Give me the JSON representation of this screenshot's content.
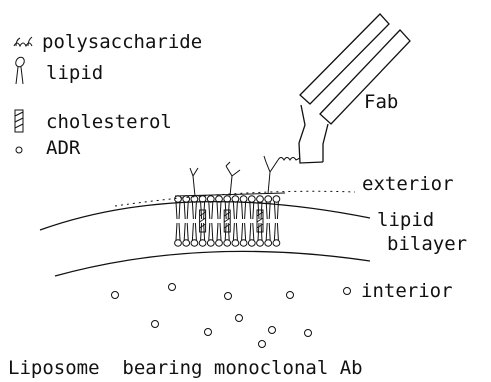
{
  "legend": {
    "polysaccharide": "polysaccharide",
    "lipid": "lipid",
    "cholesterol": "cholesterol",
    "adr": "ADR"
  },
  "labels": {
    "fab": "Fab",
    "exterior": "exterior",
    "lipid_line1": "lipid",
    "lipid_line2": "bilayer",
    "interior": "interior"
  },
  "caption": "Liposome  bearing monoclonal Ab"
}
